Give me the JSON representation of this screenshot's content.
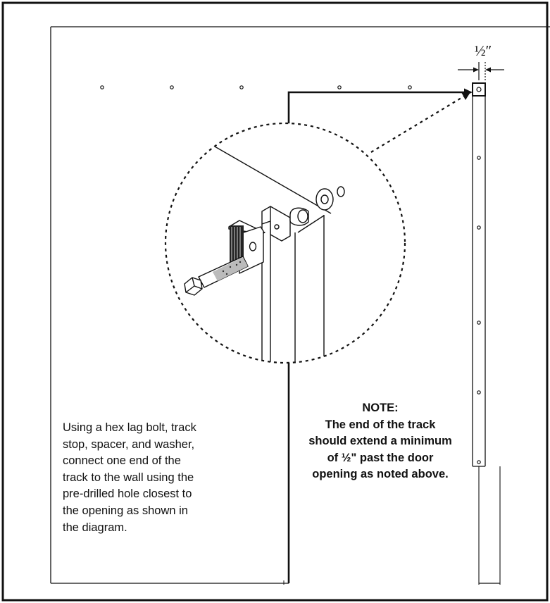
{
  "dimension_label": "½″",
  "instructions": {
    "lines": [
      "Using a hex lag bolt, track",
      "stop, spacer, and washer,",
      "connect one end of the",
      "track to the wall using the",
      "pre-drilled hole closest to",
      "the opening as shown in",
      "the diagram."
    ]
  },
  "note": {
    "title": "NOTE:",
    "lines": [
      "The end of the track",
      "should extend a minimum",
      "of  ½\" past the door",
      "opening as noted above."
    ]
  },
  "colors": {
    "ink": "#111111",
    "background": "#ffffff"
  }
}
